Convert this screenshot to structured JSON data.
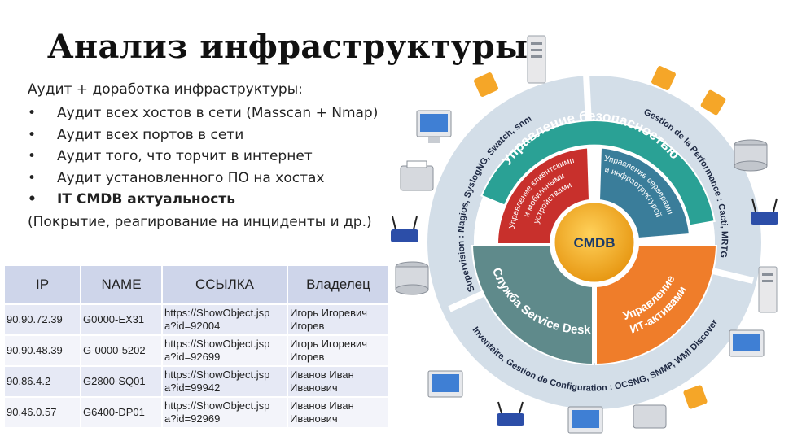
{
  "slide": {
    "title": "Анализ инфраструктуры",
    "intro": "Аудит + доработка инфраструктуры:",
    "bullets": [
      "Аудит всех хостов в сети (Masscan + Nmap)",
      "Аудит всех портов в сети",
      "Аудит того, что торчит в интернет",
      "Аудит установленного ПО на хостах",
      "IT CMDB актуальность"
    ],
    "outro": "(Покрытие, реагирование на инциденты и др.)"
  },
  "table": {
    "headers": [
      "IP",
      "NAME",
      "ССЫЛКА",
      "Владелец"
    ],
    "rows": [
      {
        "ip": "90.90.72.39",
        "name": "G0000-EX31",
        "link1": "https://ShowObject.jsp",
        "link2": "a?id=92004",
        "owner1": "Игорь Игоревич",
        "owner2": "Игорев"
      },
      {
        "ip": "90.90.48.39",
        "name": "G-0000-5202",
        "link1": "https://ShowObject.jsp",
        "link2": "a?id=92699",
        "owner1": "Игорь Игоревич",
        "owner2": "Игорев"
      },
      {
        "ip": "90.86.4.2",
        "name": "G2800-SQ01",
        "link1": "https://ShowObject.jsp",
        "link2": "a?id=99942",
        "owner1": "Иванов Иван",
        "owner2": "Иванович"
      },
      {
        "ip": "90.46.0.57",
        "name": "G6400-DP01",
        "link1": "https://ShowObject.jsp",
        "link2": "a?id=92969",
        "owner1": "Иванов Иван",
        "owner2": "Иванович"
      }
    ]
  },
  "diagram": {
    "center": "CMDB",
    "security": "Управление безопасностью",
    "clients": [
      "Управление клиентскими",
      "и мобильными",
      "устройствами"
    ],
    "servers": [
      "Управление серверами",
      "и инфраструктурой"
    ],
    "service_desk": "Служба Service Desk",
    "assets": [
      "Управление",
      "ИТ-активами"
    ],
    "ring_supervision": "Supervision : Nagios, SyslogNG, Swatch, snmptt",
    "ring_performance": "Gestion de la Performance : Cacti, MRTG",
    "ring_inventory": "Inventaire, Gestion de Configuration : OCSNG, SNMP, WMI Discovery",
    "colors": {
      "security": "#2aa195",
      "clients": "#c8302c",
      "servers": "#3a7d9a",
      "service_desk": "#5f8a8b",
      "assets": "#ef7d2a",
      "center": "#f2a41e",
      "outer_ring": "#d3dee8"
    }
  }
}
